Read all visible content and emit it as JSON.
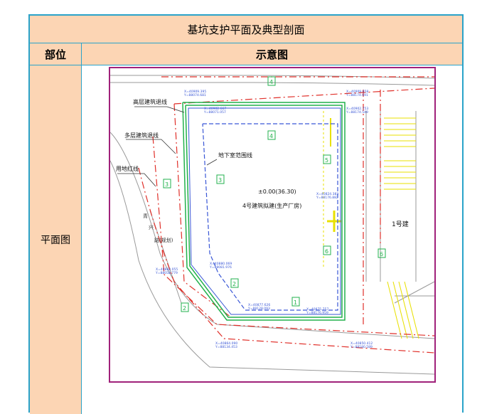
{
  "table": {
    "title": "基坑支护平面及典型剖面",
    "col_part": "部位",
    "col_diagram": "示意图",
    "row_label": "平面图"
  },
  "drawing": {
    "label_high_rise": "高层建筑退线",
    "label_multi_story": "多层建筑退线",
    "label_red_line": "用地红线",
    "label_basement": "地下室范围线",
    "elevation": "±0.00(36.30)",
    "building_name": "4号建筑拟建(生产厂房)",
    "road_chars": [
      "青",
      "兴",
      "路(规划)"
    ],
    "right_building": "1号建",
    "section_numbers": [
      "4",
      "4",
      "3",
      "3",
      "5",
      "6",
      "2",
      "2",
      "1",
      "6"
    ],
    "coords": [
      {
        "x": "X=40909.395",
        "y": "Y=88074.681"
      },
      {
        "x": "X=40909.658",
        "y": "Y=88174.691"
      },
      {
        "x": "X=40902.667",
        "y": "Y=88071.057"
      },
      {
        "x": "X=40902.753",
        "y": "Y=88174.549"
      },
      {
        "x": "X=40824.383",
        "y": "Y=88176.882"
      },
      {
        "x": "X=40880.069",
        "y": "Y=88081.976"
      },
      {
        "x": "X=40882.055",
        "y": "Y=88058.779"
      },
      {
        "x": "X=40877.626",
        "y": "Y=88128.093"
      },
      {
        "x": "X=40875.757",
        "y": "Y=88176.959"
      },
      {
        "x": "X=40864.090",
        "y": "Y=88134.453"
      },
      {
        "x": "X=40850.412",
        "y": "Y=88180.589"
      }
    ],
    "colors": {
      "red": "#e0302a",
      "green": "#22b14c",
      "blue": "#3a57d6",
      "yellow": "#e8e000",
      "gray": "#9a9a9a"
    }
  }
}
